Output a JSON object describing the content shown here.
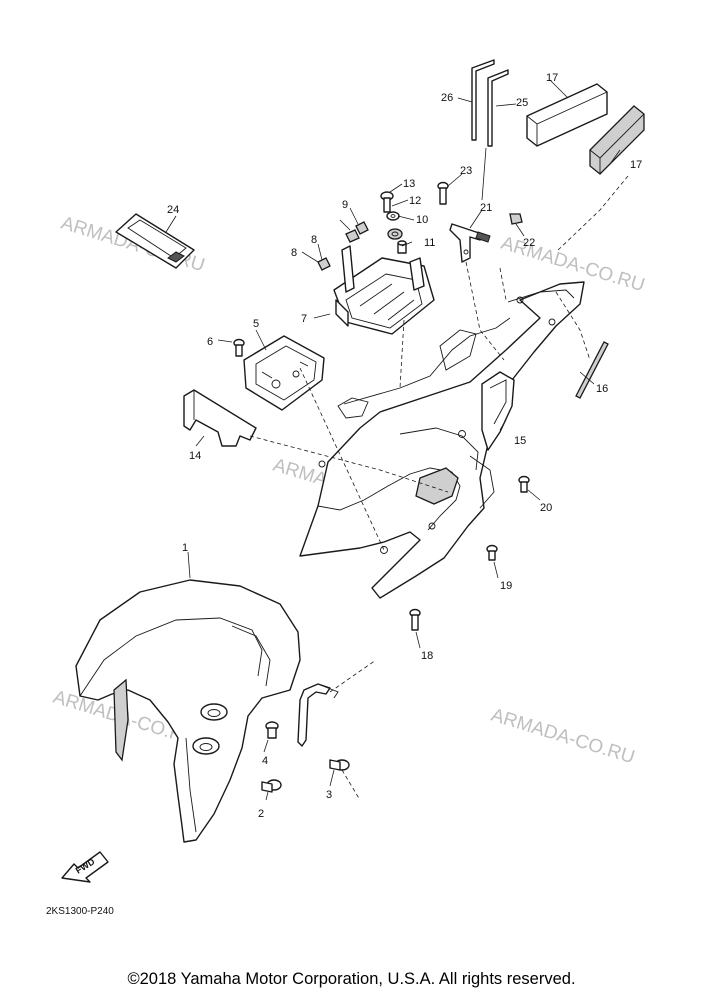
{
  "diagram": {
    "callouts": [
      "1",
      "2",
      "3",
      "4",
      "5",
      "6",
      "7",
      "8",
      "8",
      "9",
      "10",
      "11",
      "12",
      "13",
      "14",
      "15",
      "16",
      "17",
      "17",
      "18",
      "19",
      "20",
      "21",
      "22",
      "23",
      "24",
      "25",
      "26"
    ],
    "watermark": "ARMADA-CO.RU",
    "diagram_code": "2KS1300-P240",
    "fwd_label": "FWD"
  },
  "footer": {
    "copyright": "©2018 Yamaha Motor Corporation, U.S.A. All rights reserved."
  }
}
